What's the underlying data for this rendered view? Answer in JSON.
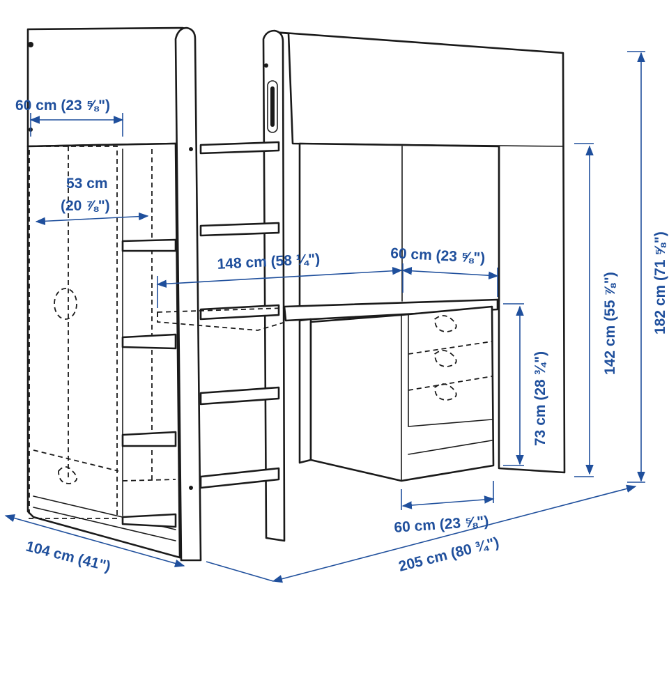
{
  "colors": {
    "dimension": "#1f4f9c",
    "line": "#1a1a1a",
    "background": "#ffffff"
  },
  "dimensions": {
    "top_width": "60 cm (23 ⅝\")",
    "wardrobe_depth": "53 cm",
    "wardrobe_depth_in": "(20 ⅞\")",
    "desk_width": "148 cm (58 ¼\")",
    "desk_depth": "60 cm (23 ⅝\")",
    "desk_height": "73 cm (28 ¾\")",
    "under_bed_height": "142 cm (55 ⅞\")",
    "total_height": "182 cm (71 ⅝\")",
    "bottom_depth": "60 cm (23 ⅝\")",
    "total_length": "205 cm (80 ¾\")",
    "total_width": "104 cm (41\")"
  }
}
